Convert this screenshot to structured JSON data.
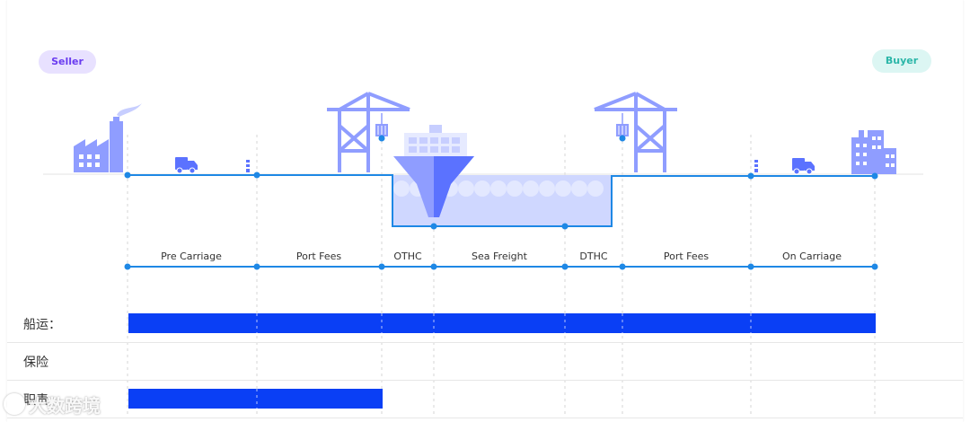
{
  "parties": {
    "seller": "Seller",
    "buyer": "Buyer"
  },
  "segments": [
    "Pre Carriage",
    "Port Fees",
    "OTHC",
    "Sea Freight",
    "DTHC",
    "Port Fees",
    "On Carriage"
  ],
  "rows": [
    {
      "label": "船运：",
      "bar_start_segment": 0,
      "bar_end_segment": 7
    },
    {
      "label": "保险",
      "bar_start_segment": null,
      "bar_end_segment": null
    },
    {
      "label": "职责",
      "bar_start_segment": 0,
      "bar_end_segment": 2
    }
  ],
  "watermark": "大数跨境",
  "colors": {
    "route_line": "#1e88e5",
    "bar": "#0a3ff5",
    "illustration": "#8f9dff",
    "water": "#cfd7ff",
    "seller_pill_bg": "#e8e1ff",
    "buyer_pill_bg": "#dcf6f3"
  }
}
